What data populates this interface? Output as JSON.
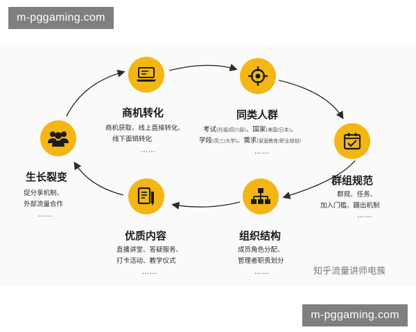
{
  "watermark_badges": {
    "top": "m-pggaming.com",
    "bottom": "m-pggaming.com"
  },
  "nodes": {
    "merchant": {
      "icon": "laptop-icon",
      "title": "商机转化",
      "lines": [
        "商机获取、线上直接转化、",
        "线下面销转化"
      ],
      "dots": "……"
    },
    "similar": {
      "icon": "target-icon",
      "title": "同类人群",
      "line1_a": "考试",
      "line1_a_note": "(托福/四六级)",
      "line1_b": "、国家",
      "line1_b_note": "(美国/日本)",
      "line1_c": "、",
      "line2_a": "学段",
      "line2_a_note": "(高三/大学)",
      "line2_b": "、需求",
      "line2_b_note": "(家庭教育/职业规划)",
      "dots": "……"
    },
    "group": {
      "icon": "calendar-check-icon",
      "title": "群组规范",
      "lines": [
        "群规、任务、",
        "加入门槛、踢出机制"
      ],
      "dots": "……"
    },
    "structure": {
      "icon": "org-chart-icon",
      "title": "组织结构",
      "lines": [
        "成员角色分配、",
        "管理者职责划分"
      ],
      "dots": "……"
    },
    "content": {
      "icon": "document-pen-icon",
      "title": "优质内容",
      "lines": [
        "直播讲堂、答疑服务、",
        "打卡活动、教学仪式"
      ],
      "dots": "……"
    },
    "growth": {
      "icon": "people-group-icon",
      "title": "生长裂变",
      "lines": [
        "促分享机制、",
        "外部流量合作"
      ],
      "dots": "……"
    }
  },
  "image_watermark": "知乎流量讲师电蔟",
  "colors": {
    "accent": "#f4b612",
    "arrow": "#2b2b2b",
    "icon": "#1b1b1b"
  }
}
